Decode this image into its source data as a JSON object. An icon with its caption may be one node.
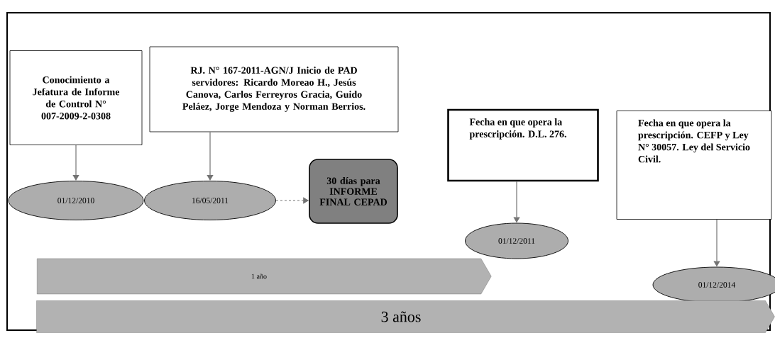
{
  "diagram": {
    "nodes": [
      {
        "text": [
          "Conocimiento a Jefatura de Informe de Control N° 007-2009-2-0308"
        ]
      },
      {
        "text": [
          "RJ. N° 167-2011-AGN/J Inicio de PAD servidores: Ricardo Moreao H., Jesús Canova, Carlos Ferreyros Gracia, Guido Peláez, Jorge Mendoza y Norman Berrios."
        ]
      },
      {
        "text": [
          "01/12/2010"
        ]
      },
      {
        "text": [
          "16/05/2011"
        ]
      },
      {
        "text": [
          "30 días para INFORME FINAL CEPAD"
        ]
      },
      {
        "text": [
          "Fecha en que opera la prescripción. D.L. 276."
        ]
      },
      {
        "text": [
          "01/12/2011"
        ]
      },
      {
        "text": [
          "Fecha en que opera la prescripción. CEFP y Ley N° 30057. Ley del Servicio Civil."
        ]
      },
      {
        "text": [
          "01/12/2014"
        ]
      },
      {
        "text": [
          "1 año"
        ]
      },
      {
        "text": [
          "3 años"
        ]
      }
    ],
    "edges": [
      {
        "from": 0,
        "to": 2,
        "arrow": "to"
      },
      {
        "from": 1,
        "to": 3,
        "arrow": "to"
      },
      {
        "from": 3,
        "to": 4,
        "arrow": "to",
        "style": "dashed"
      },
      {
        "from": 5,
        "to": 6,
        "arrow": "to"
      },
      {
        "from": 7,
        "to": 8,
        "arrow": "to"
      }
    ]
  }
}
